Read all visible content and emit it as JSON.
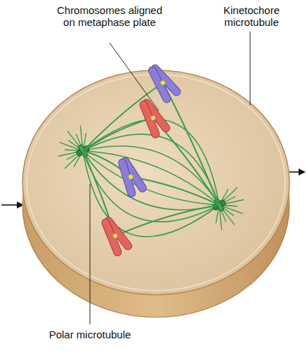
{
  "diagram": {
    "labels": [
      "Chromosomes aligned on metaphase plate",
      "Kinetochore microtubule",
      "Polar microtubule"
    ]
  }
}
